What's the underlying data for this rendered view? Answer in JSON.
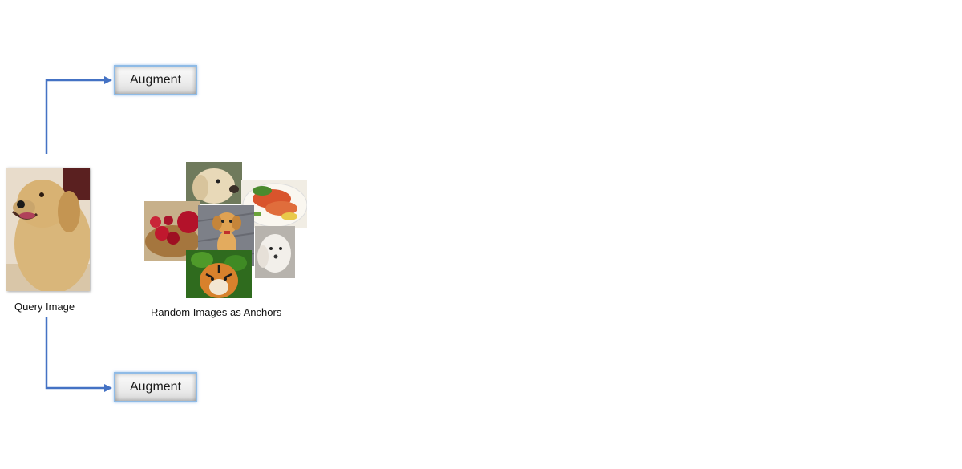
{
  "diagram": {
    "augment_top_label": "Augment",
    "augment_bottom_label": "Augment",
    "query_caption": "Query Image",
    "anchors_caption": "Random Images as Anchors",
    "arrow_color": "#4472c4"
  }
}
